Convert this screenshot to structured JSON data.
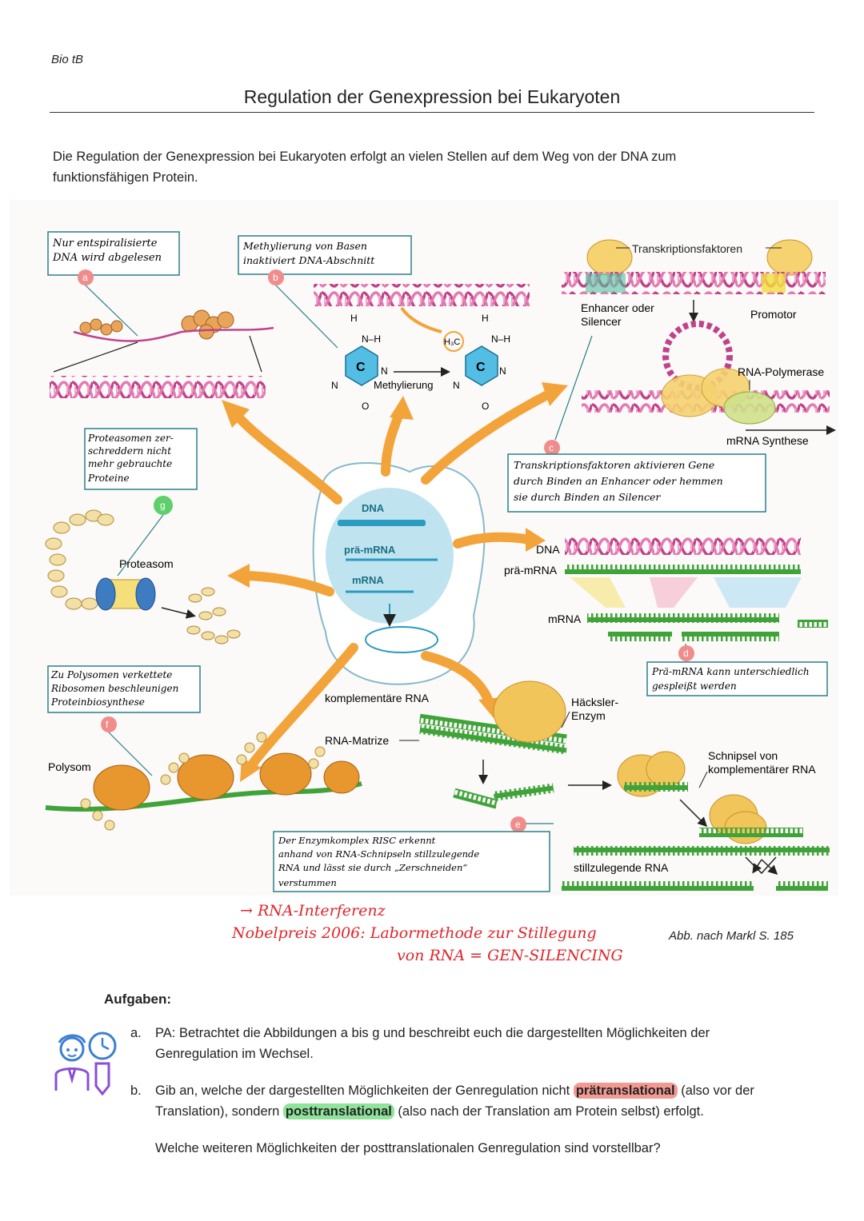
{
  "header": {
    "course": "Bio tB",
    "title": "Regulation der Genexpression bei Eukaryoten"
  },
  "intro": "Die Regulation der Genexpression bei Eukaryoten erfolgt an vielen Stellen auf dem Weg von der DNA zum funktionsfähigen Protein.",
  "figure": {
    "callouts": {
      "a": {
        "letter": "a",
        "text_lines": [
          "Nur entspiralisierte",
          "DNA wird abgelesen"
        ]
      },
      "b": {
        "letter": "b",
        "text_lines": [
          "Methylierung von Basen",
          "inaktiviert DNA-Abschnitt"
        ]
      },
      "c": {
        "letter": "c",
        "text_lines": [
          "Transkriptionsfaktoren aktivieren Gene",
          "durch Binden an Enhancer oder hemmen",
          "sie durch Binden an Silencer"
        ]
      },
      "d": {
        "letter": "d",
        "text_lines": [
          "Prä-mRNA kann unterschiedlich",
          "gespleißt werden"
        ]
      },
      "e": {
        "letter": "e",
        "text_lines": [
          "Der Enzymkomplex RISC erkennt",
          "anhand von RNA-Schnipseln stillzulegende",
          "RNA und lässt sie durch „Zerschneiden“",
          "verstummen"
        ]
      },
      "f": {
        "letter": "f",
        "text_lines": [
          "Zu Polysomen verkettete",
          "Ribosomen beschleunigen",
          "Proteinbiosynthese"
        ]
      },
      "g": {
        "letter": "g",
        "text_lines": [
          "Proteasomen zer-",
          "schreddern nicht",
          "mehr gebrauchte",
          "Proteine"
        ]
      }
    },
    "labels": {
      "transkriptionsfaktoren": "Transkriptionsfaktoren",
      "enhancer_silencer_1": "Enhancer oder",
      "enhancer_silencer_2": "Silencer",
      "promotor": "Promotor",
      "rna_polymerase": "RNA-Polymerase",
      "mrna_synthese": "mRNA Synthese",
      "methylierung": "Methylierung",
      "h3c": "H₃C",
      "c_base": "C",
      "n": "N",
      "h": "H",
      "o": "O",
      "nh": "N–H",
      "nucleus_dna": "DNA",
      "nucleus_pre_mrna": "prä-mRNA",
      "nucleus_mrna": "mRNA",
      "splice_dna": "DNA",
      "splice_pre_mrna": "prä-mRNA",
      "splice_mrna": "mRNA",
      "proteasom": "Proteasom",
      "polysom": "Polysom",
      "komplementaere_rna": "komplementäre RNA",
      "rna_matrize": "RNA-Matrize",
      "haecksler_1": "Häcksler-",
      "haecksler_2": "Enzym",
      "schnipsel_1": "Schnipsel von",
      "schnipsel_2": "komplementärer RNA",
      "stillzulegende_rna": "stillzulegende RNA"
    }
  },
  "handwritten_notes": {
    "line1": "→ RNA-Interferenz",
    "line2": "Nobelpreis 2006: Labormethode zur Stillegung",
    "line3": "von RNA = GEN-SILENCING"
  },
  "source": "Abb. nach Markl S. 185",
  "tasks": {
    "heading": "Aufgaben:",
    "a": {
      "marker": "a.",
      "text": "PA: Betrachtet die Abbildungen a bis g und beschreibt euch die dargestellten Möglichkeiten der Genregulation im Wechsel."
    },
    "b": {
      "marker": "b.",
      "part1": "Gib an, welche der dargestellten Möglichkeiten der Genregulation nicht ",
      "hl1": "prätranslational",
      "part2": " (also vor der Translation), sondern ",
      "hl2": "posttranslational",
      "part3": " (also nach der Translation am Protein selbst) erfolgt."
    },
    "followup": "Welche weiteren Möglichkeiten der posttranslationalen Genregulation sind vorstellbar?"
  },
  "colors": {
    "dna_pink": "#c0428a",
    "dna_light": "#f0a6cc",
    "arrow_orange": "#f2a43a",
    "protein_orange": "#e8962e",
    "protein_yellow": "#f6d370",
    "rna_green": "#3fa33a",
    "nucleus_blue": "#bfe3ef",
    "circle_red": "#f08c8c",
    "circle_green": "#5ecf6a",
    "base_blue": "#54bde4",
    "highlight_red": "#f29a92",
    "highlight_green": "#8fe39a",
    "note_red": "#e0252a"
  }
}
